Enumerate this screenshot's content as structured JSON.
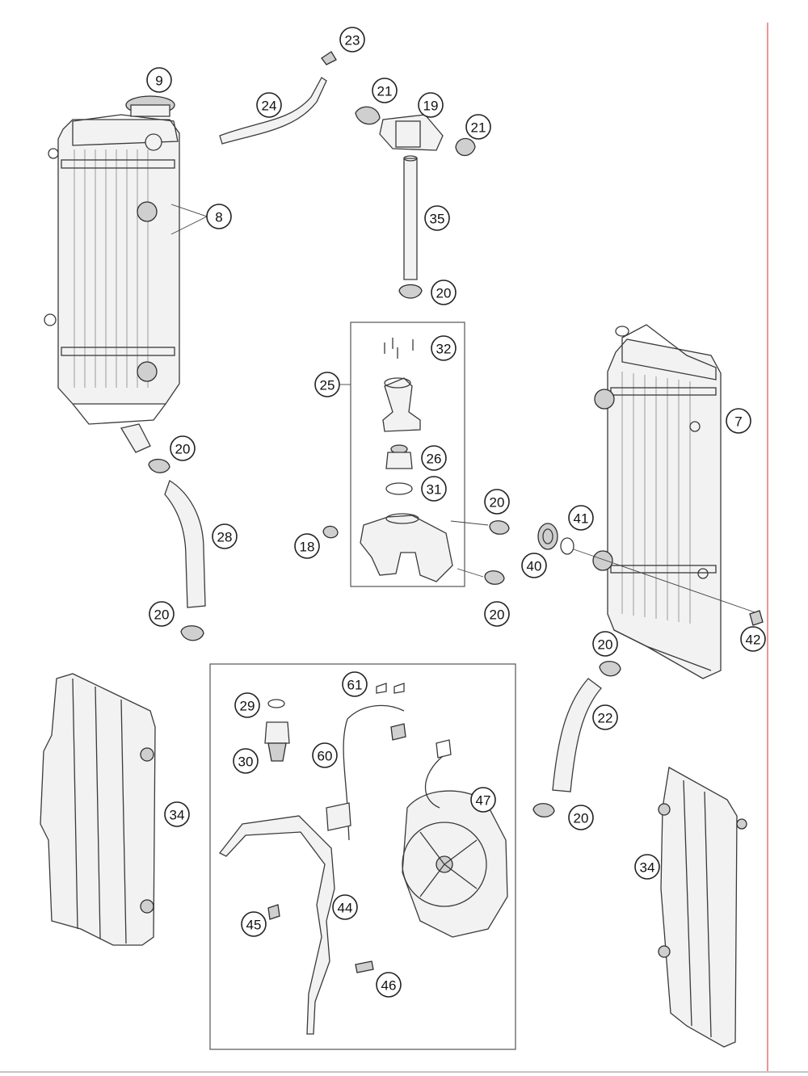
{
  "callouts": [
    {
      "id": "c9",
      "label": "9"
    },
    {
      "id": "c8",
      "label": "8"
    },
    {
      "id": "c23",
      "label": "23"
    },
    {
      "id": "c24",
      "label": "24"
    },
    {
      "id": "c21a",
      "label": "21"
    },
    {
      "id": "c19",
      "label": "19"
    },
    {
      "id": "c21b",
      "label": "21"
    },
    {
      "id": "c35",
      "label": "35"
    },
    {
      "id": "c20a",
      "label": "20"
    },
    {
      "id": "c32",
      "label": "32"
    },
    {
      "id": "c25",
      "label": "25"
    },
    {
      "id": "c26",
      "label": "26"
    },
    {
      "id": "c31",
      "label": "31"
    },
    {
      "id": "c20b",
      "label": "20"
    },
    {
      "id": "c18",
      "label": "18"
    },
    {
      "id": "c20c",
      "label": "20"
    },
    {
      "id": "c7",
      "label": "7"
    },
    {
      "id": "c41",
      "label": "41"
    },
    {
      "id": "c40",
      "label": "40"
    },
    {
      "id": "c42",
      "label": "42"
    },
    {
      "id": "c20d",
      "label": "20"
    },
    {
      "id": "c28",
      "label": "28"
    },
    {
      "id": "c20e",
      "label": "20"
    },
    {
      "id": "c20f",
      "label": "20"
    },
    {
      "id": "c22",
      "label": "22"
    },
    {
      "id": "c20g",
      "label": "20"
    },
    {
      "id": "c61",
      "label": "61"
    },
    {
      "id": "c29",
      "label": "29"
    },
    {
      "id": "c30",
      "label": "30"
    },
    {
      "id": "c60",
      "label": "60"
    },
    {
      "id": "c47",
      "label": "47"
    },
    {
      "id": "c34a",
      "label": "34"
    },
    {
      "id": "c34b",
      "label": "34"
    },
    {
      "id": "c44",
      "label": "44"
    },
    {
      "id": "c45",
      "label": "45"
    },
    {
      "id": "c46",
      "label": "46"
    }
  ]
}
